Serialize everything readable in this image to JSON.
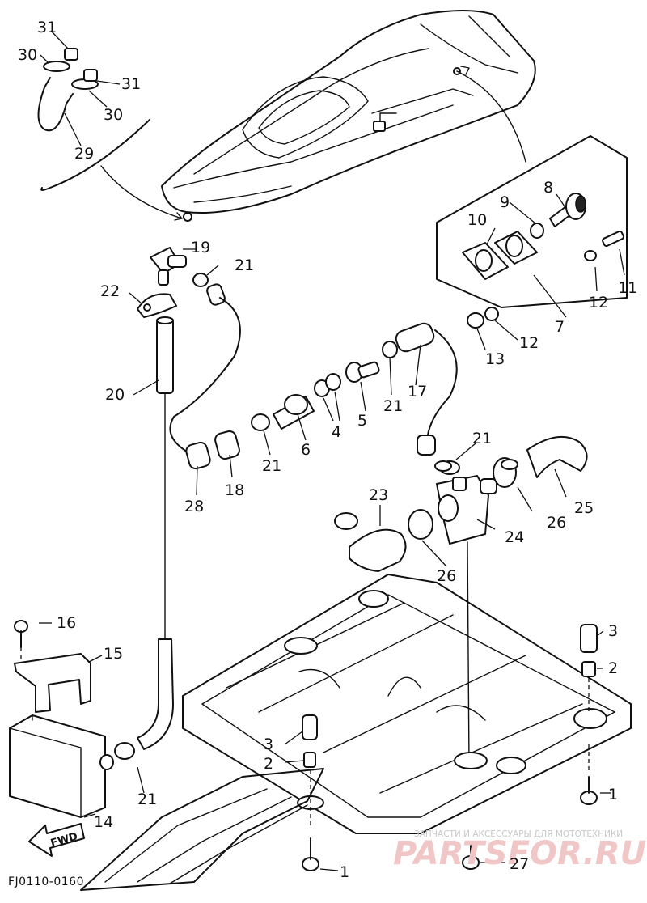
{
  "diagram": {
    "code": "FJ0110-0160",
    "fwd_label": "FWD"
  },
  "watermark": {
    "tagline": "ЗАПЧАСТИ И АКСЕССУАРЫ ДЛЯ МОТОТЕХНИКИ",
    "brand": "PARTSFOR.RU"
  },
  "callouts": {
    "c1a": "1",
    "c1b": "1",
    "c2a": "2",
    "c2b": "2",
    "c3a": "3",
    "c3b": "3",
    "c4": "4",
    "c5": "5",
    "c6": "6",
    "c7": "7",
    "c8": "8",
    "c9": "9",
    "c10": "10",
    "c11": "11",
    "c12a": "12",
    "c12b": "12",
    "c13": "13",
    "c14": "14",
    "c15": "15",
    "c16": "16",
    "c17": "17",
    "c18": "18",
    "c19": "19",
    "c20": "20",
    "c21a": "21",
    "c21b": "21",
    "c21c": "21",
    "c21d": "21",
    "c21e": "21",
    "c22": "22",
    "c23": "23",
    "c24": "24",
    "c25": "25",
    "c26a": "26",
    "c26b": "26",
    "c27": "27",
    "c28": "28",
    "c29": "29",
    "c30a": "30",
    "c30b": "30",
    "c31a": "31",
    "c31b": "31"
  }
}
